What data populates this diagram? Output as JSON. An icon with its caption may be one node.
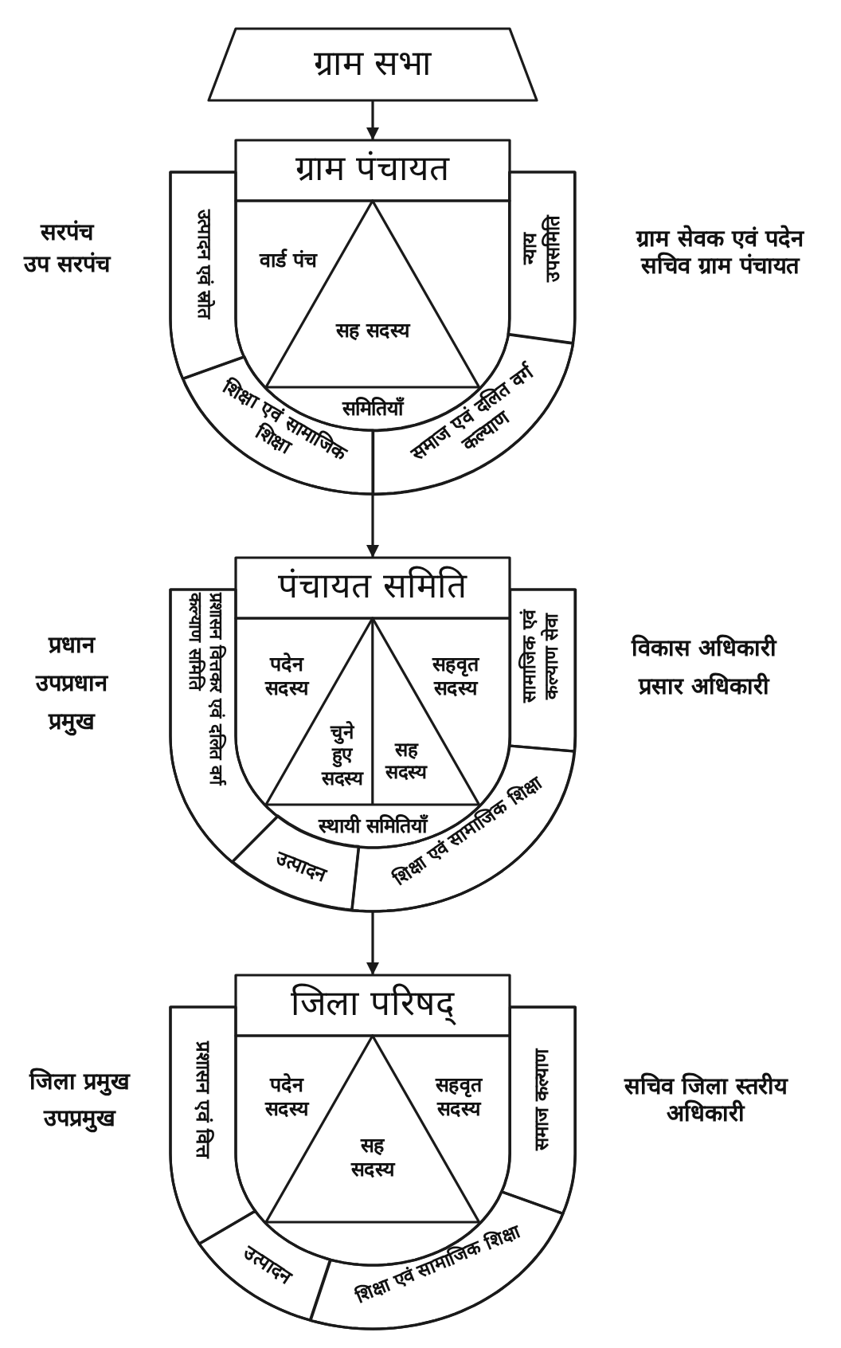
{
  "diagram": {
    "nodes": [
      {
        "text": [
          "ग्राम सभा"
        ]
      },
      {
        "text": [
          "ग्राम पंचायत"
        ]
      },
      {
        "text": [
          "उत्पादन एवं स्रोत"
        ],
        "in": 1
      },
      {
        "text": [
          "वार्ड पंच",
          "समितियाँ"
        ],
        "in": 1
      },
      {
        "text": [
          "सह सदस्य"
        ],
        "in": 3
      },
      {
        "text": [
          "न्याय उपसमिति"
        ],
        "in": 1
      },
      {
        "text": [
          "शिक्षा एवं सामाजिक शिक्षा"
        ],
        "in": 1
      },
      {
        "text": [
          "समाज एवं दलित वर्ग कल्याण"
        ],
        "in": 1
      },
      {
        "text": [
          "पंचायत समिति"
        ]
      },
      {
        "text": [
          "प्रशासन वित्तकर एवं दलित वर्ग कल्याण समिति"
        ],
        "in": 8
      },
      {
        "text": [
          "पदेन सदस्य",
          "सहवृत सदस्य",
          "स्थायी समितियाँ"
        ],
        "in": 8
      },
      {
        "text": [
          "चुने हुए सदस्य",
          "सह सदस्य"
        ],
        "in": 10
      },
      {
        "text": [
          "सामाजिक एवं कल्याण सेवा"
        ],
        "in": 8
      },
      {
        "text": [
          "उत्पादन"
        ],
        "in": 8
      },
      {
        "text": [
          "शिक्षा एवं सामाजिक शिक्षा"
        ],
        "in": 8
      },
      {
        "text": [
          "जिला परिषद्"
        ]
      },
      {
        "text": [
          "प्रशासन एवं वित्त"
        ],
        "in": 15
      },
      {
        "text": [
          "पदेन सदस्य",
          "सहवृत सदस्य"
        ],
        "in": 15
      },
      {
        "text": [
          "सह सदस्य"
        ],
        "in": 17
      },
      {
        "text": [
          "समाज कल्याण"
        ],
        "in": 15
      },
      {
        "text": [
          "उत्पादन"
        ],
        "in": 15
      },
      {
        "text": [
          "शिक्षा एवं सामाजिक शिक्षा"
        ],
        "in": 15
      }
    ],
    "edges": [
      {
        "from": 0,
        "to": 1,
        "arrow": "to"
      },
      {
        "from": 1,
        "to": 8,
        "arrow": "to"
      },
      {
        "from": 8,
        "to": 15,
        "arrow": "to"
      }
    ],
    "labels": [
      "सरपंच",
      "उप सरपंच",
      "ग्राम सेवक एवं पदेन सचिव ग्राम पंचायत",
      "प्रधान",
      "उपप्रधान",
      "प्रमुख",
      "विकास अधिकारी",
      "प्रसार अधिकारी",
      "जिला प्रमुख",
      "उपप्रमुख",
      "सचिव जिला स्तरीय अधिकारी"
    ]
  }
}
